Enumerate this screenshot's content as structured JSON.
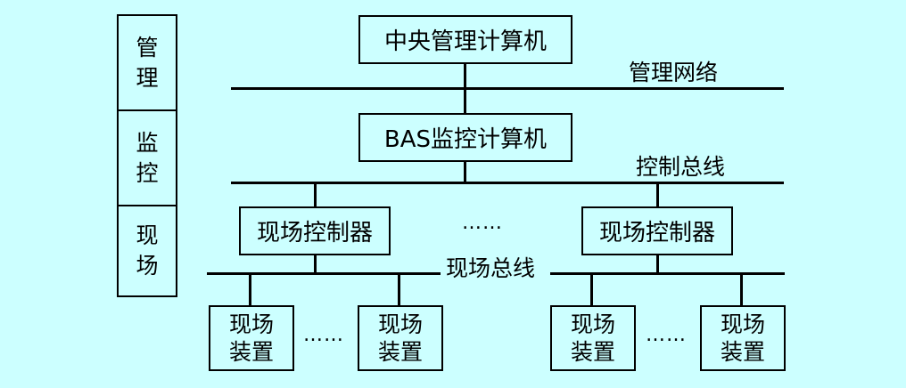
{
  "levels": [
    "管理",
    "监控",
    "现场"
  ],
  "central_computer": "中央管理计算机",
  "management_network": "管理网络",
  "bas_computer": "BAS监控计算机",
  "control_bus": "控制总线",
  "field_controller_left": "现场控制器",
  "field_controller_right": "现场控制器",
  "controller_ellipsis": "……",
  "field_bus": "现场总线",
  "device_label_top": "现场",
  "device_label_bottom": "装置",
  "device_ellipsis": "……"
}
